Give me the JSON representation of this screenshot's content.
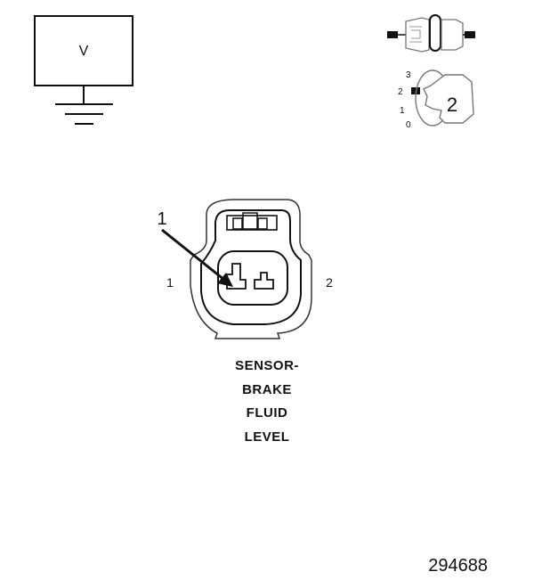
{
  "meter": {
    "label": "V"
  },
  "mode_switch": {
    "positions": [
      "3",
      "2",
      "1",
      "0"
    ],
    "setting": "2"
  },
  "connector": {
    "callout": "1",
    "pin_left": "1",
    "pin_right": "2",
    "caption_lines": [
      "SENSOR-",
      "BRAKE",
      "FLUID",
      "LEVEL"
    ]
  },
  "figure_number": "294688",
  "colors": {
    "line": "#111111",
    "background": "#ffffff"
  }
}
